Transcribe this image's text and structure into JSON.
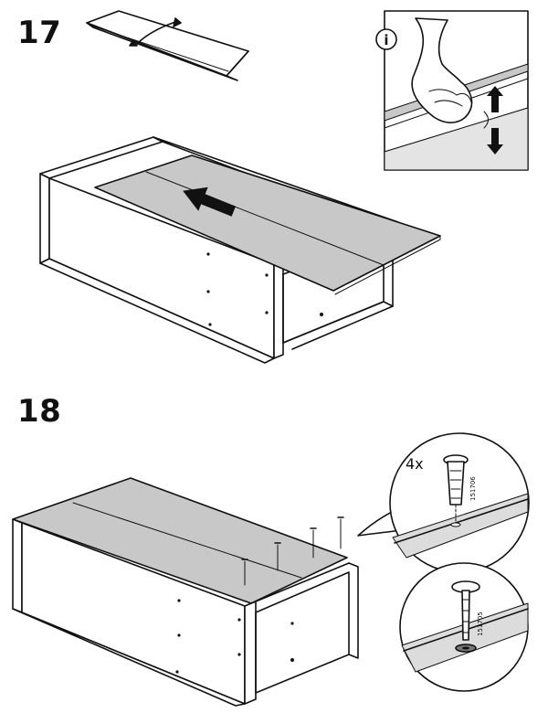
{
  "steps": [
    {
      "number": "17"
    },
    {
      "number": "18"
    }
  ],
  "info_box": {
    "icon": "info-icon",
    "glyph": "i"
  },
  "hardware": {
    "quantity": "4x",
    "part_top": "151706",
    "part_bottom": "151705"
  },
  "colors": {
    "ink": "#111111",
    "panel_fill": "#c8c8c8",
    "background": "#ffffff"
  }
}
